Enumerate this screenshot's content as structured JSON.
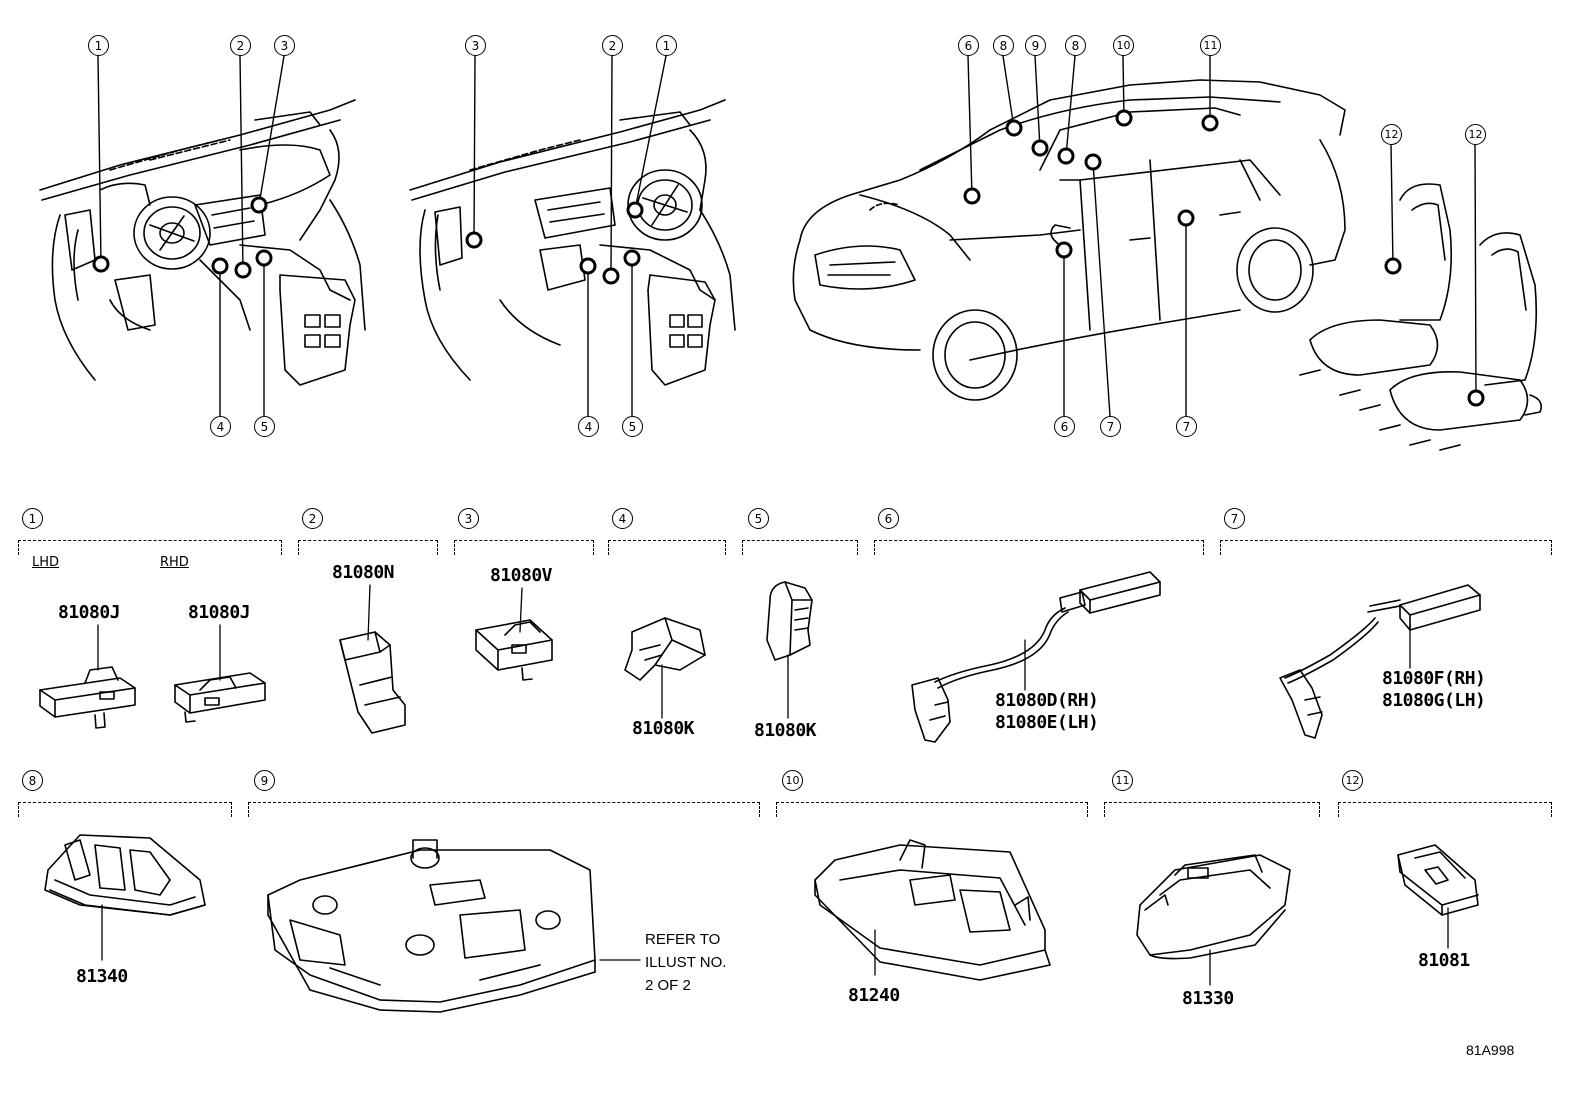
{
  "top_callouts": {
    "lhd_1": "1",
    "lhd_2": "2",
    "lhd_3": "3",
    "lhd_4": "4",
    "lhd_5": "5",
    "rhd_3": "3",
    "rhd_2": "2",
    "rhd_1": "1",
    "rhd_4": "4",
    "rhd_5": "5",
    "car_6a": "6",
    "car_8a": "8",
    "car_9": "9",
    "car_8b": "8",
    "car_10": "10",
    "car_11": "11",
    "car_6b": "6",
    "car_7a": "7",
    "car_7b": "7",
    "seat_12a": "12",
    "seat_12b": "12"
  },
  "groups": [
    {
      "num": "1",
      "sub_lhd": "LHD",
      "sub_rhd": "RHD",
      "parts": [
        "81080J",
        "81080J"
      ]
    },
    {
      "num": "2",
      "parts": [
        "81080N"
      ]
    },
    {
      "num": "3",
      "parts": [
        "81080V"
      ]
    },
    {
      "num": "4",
      "parts": [
        "81080K"
      ]
    },
    {
      "num": "5",
      "parts": [
        "81080K"
      ]
    },
    {
      "num": "6",
      "parts": [
        "81080D(RH)",
        "81080E(LH)"
      ]
    },
    {
      "num": "7",
      "parts": [
        "81080F(RH)",
        "81080G(LH)"
      ]
    },
    {
      "num": "8",
      "parts": [
        "81340"
      ]
    },
    {
      "num": "9",
      "parts": [],
      "note": "REFER TO\nILLUST NO.\n2 OF 2"
    },
    {
      "num": "10",
      "parts": [
        "81240"
      ]
    },
    {
      "num": "11",
      "parts": [
        "81330"
      ]
    },
    {
      "num": "12",
      "parts": [
        "81081"
      ]
    }
  ],
  "figure_code": "81A998"
}
